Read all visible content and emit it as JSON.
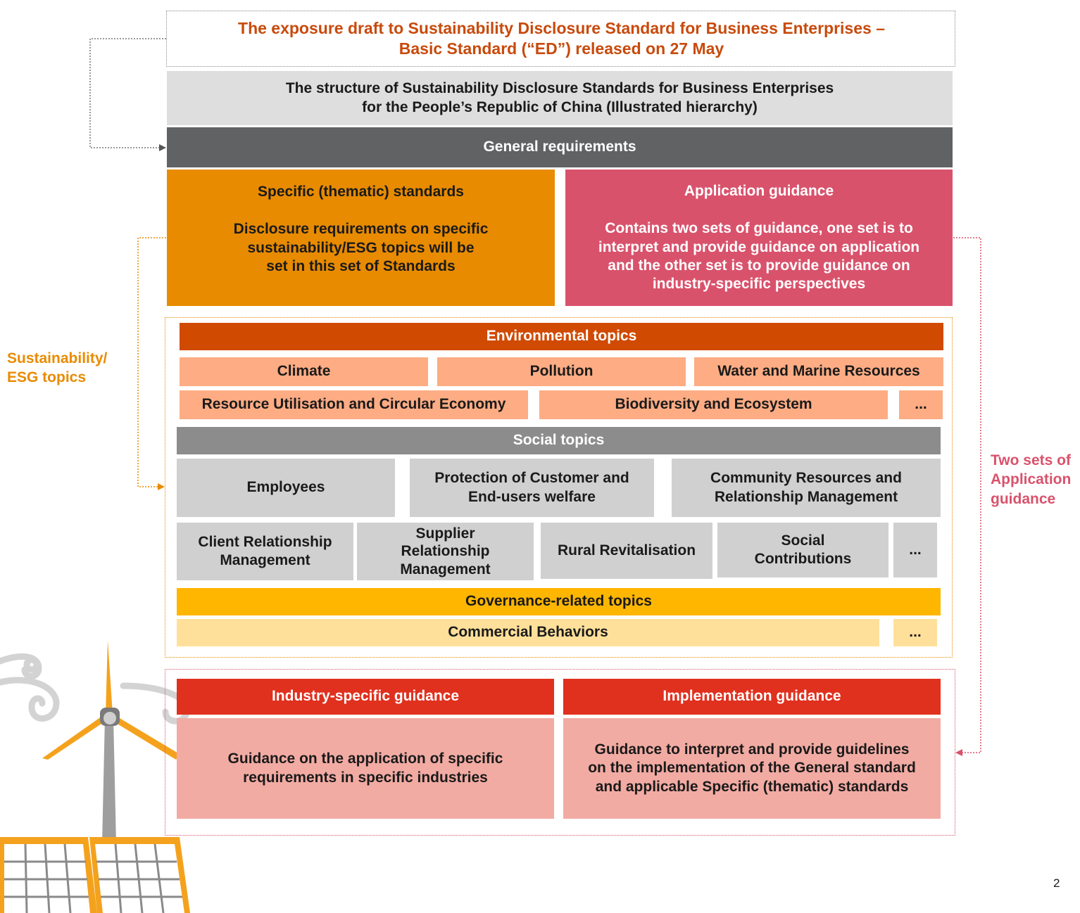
{
  "title": "The exposure draft to Sustainability Disclosure Standard for Business Enterprises –\nBasic Standard (“ED”) released on 27 May",
  "structure_heading": "The structure of Sustainability Disclosure Standards for Business Enterprises\nfor the People’s Republic of China (Illustrated hierarchy)",
  "general_requirements": "General requirements",
  "specific_standards": {
    "title": "Specific (thematic) standards",
    "body": "Disclosure requirements on specific\nsustainability/ESG topics will be\nset in this set of Standards"
  },
  "application_guidance": {
    "title": "Application guidance",
    "body": "Contains two sets of guidance, one set is to\ninterpret and provide guidance on application\nand the other set is to provide guidance on\nindustry-specific perspectives"
  },
  "side_labels": {
    "esg_topics": "Sustainability/\nESG topics",
    "two_sets": "Two sets of\nApplication\nguidance"
  },
  "environmental": {
    "header": "Environmental topics",
    "row1": [
      "Climate",
      "Pollution",
      "Water and Marine Resources"
    ],
    "row2": [
      "Resource Utilisation and Circular Economy",
      "Biodiversity and Ecosystem",
      "..."
    ]
  },
  "social": {
    "header": "Social topics",
    "row1": [
      "Employees",
      "Protection of Customer and\nEnd-users welfare",
      "Community Resources and\nRelationship Management"
    ],
    "row2": [
      "Client Relationship\nManagement",
      "Supplier\nRelationship\nManagement",
      "Rural Revitalisation",
      "Social\nContributions",
      "..."
    ]
  },
  "governance": {
    "header": "Governance-related topics",
    "row1": [
      "Commercial Behaviors",
      "..."
    ]
  },
  "industry_guidance": {
    "title": "Industry-specific guidance",
    "body": "Guidance on the application of specific\nrequirements in specific industries"
  },
  "implementation_guidance": {
    "title": "Implementation guidance",
    "body": "Guidance to interpret and provide guidelines\non the implementation of the General standard\nand applicable Specific (thematic) standards"
  },
  "page_number": "2",
  "colors": {
    "title_text": "#c84a0c",
    "structure_bg": "#dedede",
    "general_bg": "#616264",
    "specific_bg": "#e88b00",
    "application_bg": "#d9526c",
    "env_header_bg": "#d04a02",
    "env_item_bg": "#fdac84",
    "social_header_bg": "#8c8c8c",
    "social_item_bg": "#d0d0d0",
    "gov_header_bg": "#ffb600",
    "gov_item_bg": "#ffe09a",
    "guidance_header_bg": "#e0301e",
    "guidance_body_bg": "#f2aba3",
    "esg_label": "#e88b00",
    "two_sets_label": "#d9526c"
  },
  "decorations": [
    "wind-turbine-icon",
    "solar-panel-icon",
    "wind-swirl-icon"
  ]
}
